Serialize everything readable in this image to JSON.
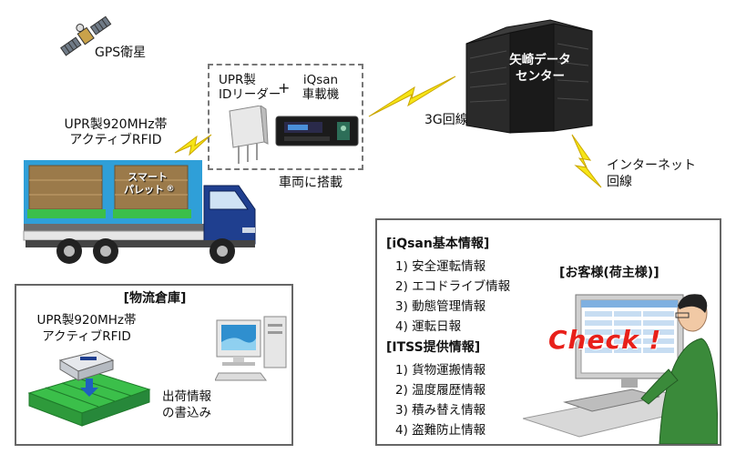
{
  "gps": {
    "label": "GPS衛星"
  },
  "reader": {
    "line1": "UPR製",
    "line2": "IDリーダー",
    "plus": "+"
  },
  "iqsan_device": {
    "line1": "iQsan",
    "line2": "車載機"
  },
  "truck_rfid": {
    "line1": "UPR製920MHz帯",
    "line2": "アクティブRFID"
  },
  "smart_pallet": {
    "line1": "スマート",
    "line2": "パレット",
    "mark": "®"
  },
  "mounted": {
    "label": "車両に搭載"
  },
  "network_3g": {
    "label": "3G回線"
  },
  "datacenter": {
    "line1": "矢崎データ",
    "line2": "センター"
  },
  "internet": {
    "line1": "インターネット",
    "line2": "回線"
  },
  "warehouse": {
    "title": "[物流倉庫]",
    "rfid_line1": "UPR製920MHz帯",
    "rfid_line2": "アクティブRFID",
    "write_line1": "出荷情報",
    "write_line2": "の書込み"
  },
  "client": {
    "iqsan_title": "[iQsan基本情報]",
    "iqsan_items": [
      "1) 安全運転情報",
      "2) エコドライブ情報",
      "3) 動態管理情報",
      "4) 運転日報"
    ],
    "itss_title": "[ITSS提供情報]",
    "itss_items": [
      "1) 貨物運搬情報",
      "2) 温度履歴情報",
      "3) 積み替え情報",
      "4) 盗難防止情報"
    ],
    "customer_title": "[お客様(荷主様)]",
    "check_text": "Check !"
  },
  "colors": {
    "lightning": "#f6e516",
    "truck_cab": "#1f3f8f",
    "check_red": "#e8201a",
    "pallet_green": "#3bbf4a",
    "datacenter_dark": "#1a1a1a"
  }
}
